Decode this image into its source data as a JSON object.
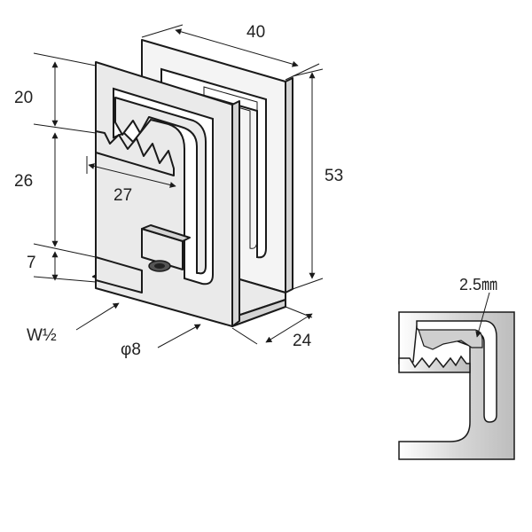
{
  "labels": {
    "width_40": "40",
    "height_53": "53",
    "upper_20": "20",
    "middle_26": "26",
    "lower_7": "7",
    "depth_27": "27",
    "depth_24": "24",
    "thread": "W½",
    "hole": "φ8",
    "thickness": "2.5㎜"
  },
  "colors": {
    "line": "#1a1a1a",
    "metal_light": "#eaeaea",
    "metal_mid": "#d4d4d4"
  }
}
